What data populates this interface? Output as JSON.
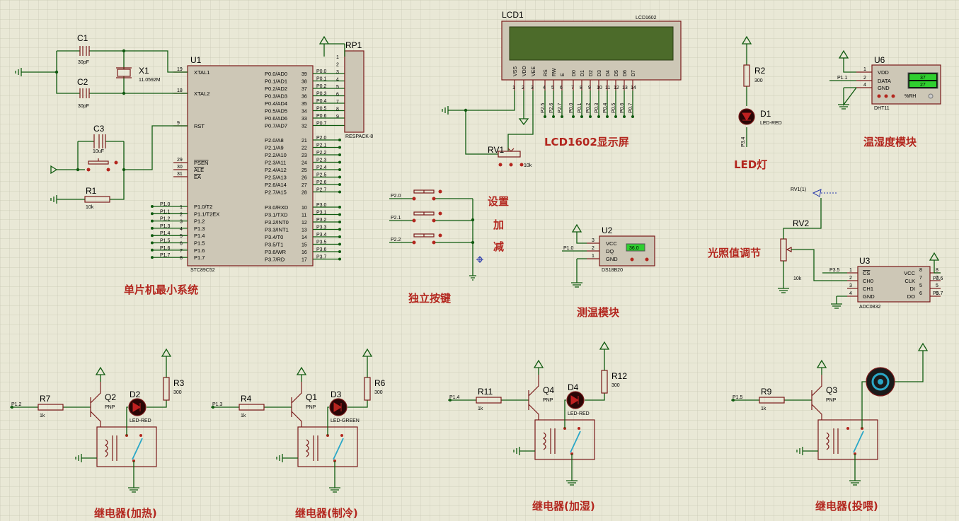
{
  "sections": {
    "mcu": "单片机最小系统",
    "keys": "独立按键",
    "set": "设置",
    "add": "加",
    "sub": "减",
    "lcd": "LCD1602显示屏",
    "led": "LED灯",
    "humid": "温湿度模块",
    "temp": "测温模块",
    "light": "光照值调节",
    "relay_heat": "继电器(加热)",
    "relay_cool": "继电器(制冷)",
    "relay_humid": "继电器(加湿)",
    "relay_feed": "继电器(投喂)"
  },
  "mcu": {
    "ref": "U1",
    "part": "STC89C52",
    "left_pins": [
      {
        "num": "19",
        "name": "XTAL1"
      },
      {
        "num": "18",
        "name": "XTAL2"
      },
      {
        "num": "9",
        "name": "RST"
      },
      {
        "num": "29",
        "name": "PSEN"
      },
      {
        "num": "30",
        "name": "ALE"
      },
      {
        "num": "31",
        "name": "EA"
      }
    ],
    "p1_pins": [
      {
        "num": "1",
        "name": "P1.0/T2",
        "net": "P1.0"
      },
      {
        "num": "2",
        "name": "P1.1/T2EX",
        "net": "P1.1"
      },
      {
        "num": "3",
        "name": "P1.2",
        "net": "P1.2"
      },
      {
        "num": "4",
        "name": "P1.3",
        "net": "P1.3"
      },
      {
        "num": "5",
        "name": "P1.4",
        "net": "P1.4"
      },
      {
        "num": "6",
        "name": "P1.5",
        "net": "P1.5"
      },
      {
        "num": "7",
        "name": "P1.6",
        "net": "P1.6"
      },
      {
        "num": "8",
        "name": "P1.7",
        "net": "P1.7"
      }
    ],
    "p0_pins": [
      {
        "num": "39",
        "name": "P0.0/AD0",
        "net": "P0.0"
      },
      {
        "num": "38",
        "name": "P0.1/AD1",
        "net": "P0.1"
      },
      {
        "num": "37",
        "name": "P0.2/AD2",
        "net": "P0.2"
      },
      {
        "num": "36",
        "name": "P0.3/AD3",
        "net": "P0.3"
      },
      {
        "num": "35",
        "name": "P0.4/AD4",
        "net": "P0.4"
      },
      {
        "num": "34",
        "name": "P0.5/AD5",
        "net": "P0.5"
      },
      {
        "num": "33",
        "name": "P0.6/AD6",
        "net": "P0.6"
      },
      {
        "num": "32",
        "name": "P0.7/AD7",
        "net": "P0.7"
      }
    ],
    "p2_pins": [
      {
        "num": "21",
        "name": "P2.0/A8",
        "net": "P2.0"
      },
      {
        "num": "22",
        "name": "P2.1/A9",
        "net": "P2.1"
      },
      {
        "num": "23",
        "name": "P2.2/A10",
        "net": "P2.2"
      },
      {
        "num": "24",
        "name": "P2.3/A11",
        "net": "P2.3"
      },
      {
        "num": "25",
        "name": "P2.4/A12",
        "net": "P2.4"
      },
      {
        "num": "26",
        "name": "P2.5/A13",
        "net": "P2.5"
      },
      {
        "num": "27",
        "name": "P2.6/A14",
        "net": "P2.6"
      },
      {
        "num": "28",
        "name": "P2.7/A15",
        "net": "P2.7"
      }
    ],
    "p3_pins": [
      {
        "num": "10",
        "name": "P3.0/RXD",
        "net": "P3.0"
      },
      {
        "num": "11",
        "name": "P3.1/TXD",
        "net": "P3.1"
      },
      {
        "num": "12",
        "name": "P3.2/INT0",
        "net": "P3.2"
      },
      {
        "num": "13",
        "name": "P3.3/INT1",
        "net": "P3.3"
      },
      {
        "num": "14",
        "name": "P3.4/T0",
        "net": "P3.4"
      },
      {
        "num": "15",
        "name": "P3.5/T1",
        "net": "P3.5"
      },
      {
        "num": "16",
        "name": "P3.6/WR",
        "net": "P3.6"
      },
      {
        "num": "17",
        "name": "P3.7/RD",
        "net": "P3.7"
      }
    ]
  },
  "crystal": {
    "ref": "X1",
    "value": "11.0592M"
  },
  "c1": {
    "ref": "C1",
    "value": "30pF"
  },
  "c2": {
    "ref": "C2",
    "value": "30pF"
  },
  "c3": {
    "ref": "C3",
    "value": "10uF"
  },
  "r1": {
    "ref": "R1",
    "value": "10k"
  },
  "rp1": {
    "ref": "RP1",
    "part": "RESPACK-8",
    "pins": [
      "1",
      "2",
      "3",
      "4",
      "5",
      "6",
      "7",
      "8",
      "9"
    ]
  },
  "keys": {
    "nets": [
      "P2.0",
      "P2.1",
      "P2.2"
    ]
  },
  "lcd": {
    "ref": "LCD1",
    "part": "LCD1602",
    "pins": [
      {
        "name": "VSS",
        "num": "1"
      },
      {
        "name": "VDD",
        "num": "2"
      },
      {
        "name": "VEE",
        "num": "3"
      },
      {
        "name": "RS",
        "num": "4"
      },
      {
        "name": "RW",
        "num": "5"
      },
      {
        "name": "E",
        "num": "6"
      },
      {
        "name": "D0",
        "num": "7"
      },
      {
        "name": "D1",
        "num": "8"
      },
      {
        "name": "D2",
        "num": "9"
      },
      {
        "name": "D3",
        "num": "10"
      },
      {
        "name": "D4",
        "num": "11"
      },
      {
        "name": "D5",
        "num": "12"
      },
      {
        "name": "D6",
        "num": "13"
      },
      {
        "name": "D7",
        "num": "14"
      }
    ],
    "nets": [
      "P2.5",
      "P2.6",
      "P2.7",
      "P0.0",
      "P0.1",
      "P0.2",
      "P0.3",
      "P0.4",
      "P0.5",
      "P0.6",
      "P0.7"
    ]
  },
  "rv1": {
    "ref": "RV1",
    "value": "10k"
  },
  "led": {
    "r_ref": "R2",
    "r_value": "300",
    "d_ref": "D1",
    "d_part": "LED-RED",
    "net": "P3.4"
  },
  "dht": {
    "ref": "U6",
    "part": "DHT11",
    "net": "P1.1",
    "pins": [
      {
        "num": "1",
        "name": "VDD"
      },
      {
        "num": "2",
        "name": "DATA"
      },
      {
        "num": "4",
        "name": "GND"
      }
    ],
    "temp_reading": "37",
    "humid_reading": "27",
    "rh_label": "%RH"
  },
  "ds18b20": {
    "ref": "U2",
    "part": "DS18B20",
    "net": "P1.0",
    "pins": [
      {
        "num": "3",
        "name": "VCC"
      },
      {
        "num": "2",
        "name": "DQ"
      },
      {
        "num": "1",
        "name": "GND"
      }
    ],
    "reading": "36.0"
  },
  "rv2": {
    "ref": "RV2",
    "value": "10k",
    "probe": "RV1(1)"
  },
  "adc": {
    "ref": "U3",
    "part": "ADC0832",
    "left_pins": [
      {
        "num": "1",
        "name": "CS",
        "net": "P3.5"
      },
      {
        "num": "2",
        "name": "CH0"
      },
      {
        "num": "3",
        "name": "CH1"
      },
      {
        "num": "4",
        "name": "GND"
      }
    ],
    "right_pins": [
      {
        "num": "8",
        "name": "VCC"
      },
      {
        "num": "7",
        "name": "CLK",
        "net": "P3.6"
      },
      {
        "num": "5",
        "name": "DI"
      },
      {
        "num": "6",
        "name": "DO",
        "net": "P3.7"
      }
    ]
  },
  "relays": [
    {
      "r_ref": "R7",
      "r_value": "1k",
      "q_ref": "Q2",
      "q_type": "PNP",
      "net": "P1.2",
      "led_ref": "D2",
      "led_part": "LED-RED",
      "lr_ref": "R3",
      "lr_value": "300"
    },
    {
      "r_ref": "R4",
      "r_value": "1k",
      "q_ref": "Q1",
      "q_type": "PNP",
      "net": "P1.3",
      "led_ref": "D3",
      "led_part": "LED-GREEN",
      "lr_ref": "R6",
      "lr_value": "300"
    },
    {
      "r_ref": "R11",
      "r_value": "1k",
      "q_ref": "Q4",
      "q_type": "PNP",
      "net": "P1.4",
      "led_ref": "D4",
      "led_part": "LED-RED",
      "lr_ref": "R12",
      "lr_value": "300"
    },
    {
      "r_ref": "R9",
      "r_value": "1k",
      "q_ref": "Q3",
      "q_type": "PNP",
      "net": "P1.5"
    }
  ],
  "colors": {
    "wire": "#0f5a0f",
    "component": "#7a1a1a",
    "label": "#b3261e",
    "background": "#e9e8d6",
    "lcd_screen": "#4c6b2a"
  }
}
